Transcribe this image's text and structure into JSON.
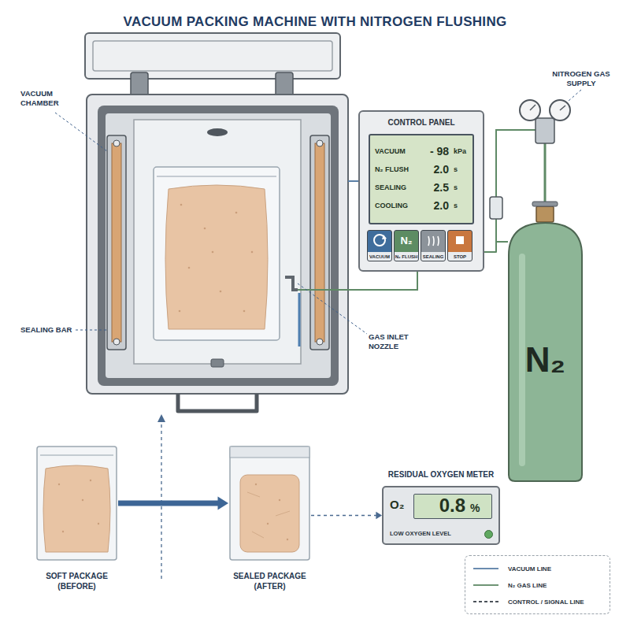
{
  "diagram": {
    "title": "VACUUM PACKING MACHINE WITH NITROGEN FLUSHING",
    "nodes": [
      {
        "text": [
          "CONTROL PANEL"
        ]
      },
      {
        "text": [
          "VACUUM",
          "- 98",
          "kPa",
          "N₂ FLUSH",
          "2.0",
          "s",
          "SEALING",
          "2.5",
          "s",
          "COOLING",
          "2.0",
          "s"
        ],
        "in": 0
      },
      {
        "text": [
          "VACUUM"
        ],
        "in": 0
      },
      {
        "text": [
          "N₂",
          "N₂ FLUSH"
        ],
        "in": 0
      },
      {
        "text": [
          "SEALING"
        ],
        "in": 0
      },
      {
        "text": [
          "STOP"
        ],
        "in": 0
      },
      {
        "text": [
          "N₂"
        ]
      },
      {
        "text": [
          "SOFT PACKAGE (BEFORE)"
        ]
      },
      {
        "text": [
          "SEALED PACKAGE (AFTER)"
        ]
      },
      {
        "text": [
          "RESIDUAL OXYGEN METER",
          "O₂",
          "0.8",
          "%",
          "LOW OXYGEN LEVEL"
        ]
      }
    ],
    "edges": [
      {
        "from": 7,
        "to": 8,
        "arrow": "to"
      },
      {
        "from": 8,
        "to": 9,
        "arrow": "to"
      },
      {
        "from": 6,
        "to": 0,
        "arrow": "none"
      }
    ],
    "labels": [
      "VACUUM CHAMBER",
      "SEALING BAR",
      "GAS INLET NOZZLE",
      "NITROGEN GAS SUPPLY"
    ],
    "legend": [
      {
        "text": "VACUUM LINE"
      },
      {
        "text": "N₂ GAS LINE"
      },
      {
        "text": "CONTROL / SIGNAL LINE"
      }
    ]
  }
}
